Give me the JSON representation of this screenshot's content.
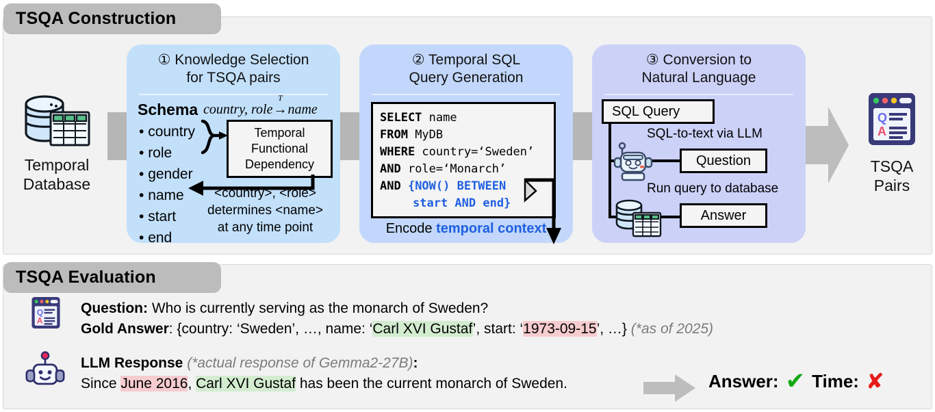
{
  "sections": {
    "construction": {
      "badge": "TSQA Construction"
    },
    "evaluation": {
      "badge": "TSQA Evaluation"
    }
  },
  "endpoints": {
    "database": {
      "icon": "database-table-icon",
      "label_line1": "Temporal",
      "label_line2": "Database"
    },
    "pairs": {
      "icon": "qa-document-icon",
      "label_line1": "TSQA",
      "label_line2": "Pairs"
    }
  },
  "stage1": {
    "title_line1": "① Knowledge Selection",
    "title_line2": "for TSQA pairs",
    "schema_word": "Schema",
    "fd_formula": {
      "left": "country, role",
      "arrow_label": "T",
      "arrow": "→",
      "right": "name"
    },
    "schema_fields": [
      "country",
      "role",
      "gender",
      "name",
      "start",
      "end"
    ],
    "tfd_box": [
      "Temporal",
      "Functional",
      "Dependency"
    ],
    "caption_line1": "<country>, <role>",
    "caption_line2": "determines <name>",
    "caption_line3": "at any time point"
  },
  "stage2": {
    "title_line1": "② Temporal SQL",
    "title_line2": "Query Generation",
    "sql": [
      {
        "kw": "SELECT",
        "rest": " name"
      },
      {
        "kw": "FROM",
        "rest": " MyDB"
      },
      {
        "kw": "WHERE",
        "rest": " country=‘Sweden’"
      },
      {
        "kw": "AND",
        "rest": " role=‘Monarch’"
      },
      {
        "kw": "AND",
        "temporal": " {NOW() BETWEEN"
      },
      {
        "kw": "",
        "temporal_indent": "start AND end}"
      }
    ],
    "encode_prefix": "Encode ",
    "encode_highlight": "temporal context"
  },
  "stage3": {
    "title_line1": "③ Conversion to",
    "title_line2": "Natural Language",
    "sql_query_block": "SQL Query",
    "caption_sql_to_text": "SQL-to-text via LLM",
    "question_block": "Question",
    "caption_run_query": "Run query to database",
    "answer_block": "Answer",
    "bot_icon": "robot-icon",
    "db_icon": "database-table-icon"
  },
  "evaluation": {
    "qa_icon": "qa-document-icon",
    "bot_icon": "robot-icon",
    "question_label": "Question:",
    "question_text": " Who is currently serving as the monarch of Sweden?",
    "gold_label": "Gold Answer",
    "gold_pre": ": {country: ‘Sweden’, …, name: ‘",
    "gold_name": "Carl XVI Gustaf",
    "gold_mid": "’, start: ‘",
    "gold_start": "1973-09-15",
    "gold_post": "’, …}",
    "gold_note": "(*as of 2025)",
    "llm_label": "LLM Response",
    "llm_note": "(*actual response of Gemma2-27B)",
    "llm_colon": ":",
    "resp_pre": "Since ",
    "resp_date": "June 2016",
    "resp_mid": ", ",
    "resp_name": "Carl XVI Gustaf",
    "resp_post": " has been the current monarch of Sweden.",
    "verdict_answer_label": "Answer:",
    "verdict_answer_mark": "✔",
    "verdict_time_label": "Time:",
    "verdict_time_mark": "✘"
  },
  "colors": {
    "stage1_bg": "#c3e0fb",
    "stage2_bg": "#c2d7fb",
    "stage3_bg": "#ccd1f8",
    "section_bg": "#f2f2f2",
    "badge_bg": "#bcbcbc",
    "connector": "#b6b6b6",
    "temporal_blue": "#1f5fe0",
    "highlight_green": "#d3ecd0",
    "highlight_red": "#f6ccce",
    "tick_green": "#12a912",
    "cross_red": "#e81a1a"
  }
}
